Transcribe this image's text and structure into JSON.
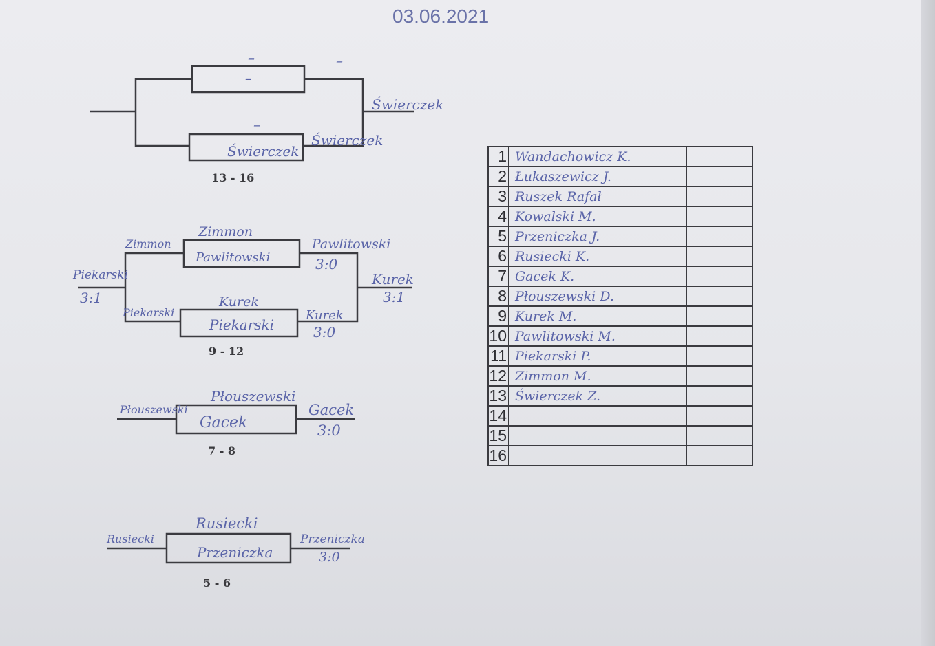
{
  "date": "03.06.2021",
  "brackets": {
    "b13_16": {
      "label": "13 - 16",
      "top_slot_mark": "–",
      "top_box": "–",
      "top_winner_mark": "–",
      "bottom_slot_mark": "–",
      "bottom_box": "Świerczek",
      "bottom_winner": "Świerczek",
      "final_winner": "Świerczek"
    },
    "b9_12": {
      "label": "9 - 12",
      "top_upper": "Zimmon",
      "top_left": "Zimmon",
      "top_box": "Pawlitowski",
      "top_winner": "Pawlitowski",
      "top_score": "3:0",
      "loser_winner": "Piekarski",
      "loser_score": "3:1",
      "bottom_upper": "Kurek",
      "bottom_left": "Piekarski",
      "bottom_box": "Piekarski",
      "bottom_winner": "Kurek",
      "bottom_score": "3:0",
      "final_winner": "Kurek",
      "final_score": "3:1"
    },
    "b7_8": {
      "label": "7 - 8",
      "upper": "Płouszewski",
      "left": "Płouszewski",
      "box": "Gacek",
      "winner": "Gacek",
      "score": "3:0"
    },
    "b5_6": {
      "label": "5 - 6",
      "upper": "Rusiecki",
      "left": "Rusiecki",
      "box": "Przeniczka",
      "winner": "Przeniczka",
      "score": "3:0"
    }
  },
  "standings": [
    {
      "place": "1",
      "name": "Wandachowicz K."
    },
    {
      "place": "2",
      "name": "Łukaszewicz J."
    },
    {
      "place": "3",
      "name": "Ruszek Rafał"
    },
    {
      "place": "4",
      "name": "Kowalski M."
    },
    {
      "place": "5",
      "name": "Przeniczka J."
    },
    {
      "place": "6",
      "name": "Rusiecki K."
    },
    {
      "place": "7",
      "name": "Gacek K."
    },
    {
      "place": "8",
      "name": "Płouszewski D."
    },
    {
      "place": "9",
      "name": "Kurek M."
    },
    {
      "place": "10",
      "name": "Pawlitowski M."
    },
    {
      "place": "11",
      "name": "Piekarski P."
    },
    {
      "place": "12",
      "name": "Zimmon M."
    },
    {
      "place": "13",
      "name": "Świerczek Z."
    },
    {
      "place": "14",
      "name": ""
    },
    {
      "place": "15",
      "name": ""
    },
    {
      "place": "16",
      "name": ""
    }
  ]
}
